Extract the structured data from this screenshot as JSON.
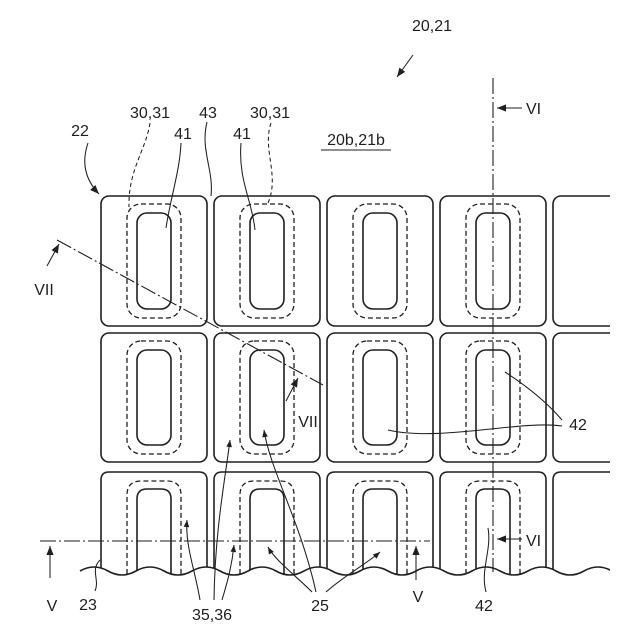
{
  "figure": {
    "labels": {
      "ref_20_21": "20,21",
      "section_vi_top": "VI",
      "ref_30_31_left": "30,31",
      "ref_43": "43",
      "ref_30_31_right": "30,31",
      "ref_41_left": "41",
      "ref_41_right": "41",
      "ref_20b_21b": "20b,21b",
      "ref_22": "22",
      "section_vii_left": "VII",
      "section_vii_right": "VII",
      "ref_42_right": "42",
      "section_vi_bottom": "VI",
      "section_v_left": "V",
      "section_v_right": "V",
      "ref_23": "23",
      "ref_35_36": "35,36",
      "ref_25": "25",
      "ref_42_bottom": "42"
    },
    "colors": {
      "line": "#1f1f1f",
      "background": "#ffffff"
    }
  }
}
